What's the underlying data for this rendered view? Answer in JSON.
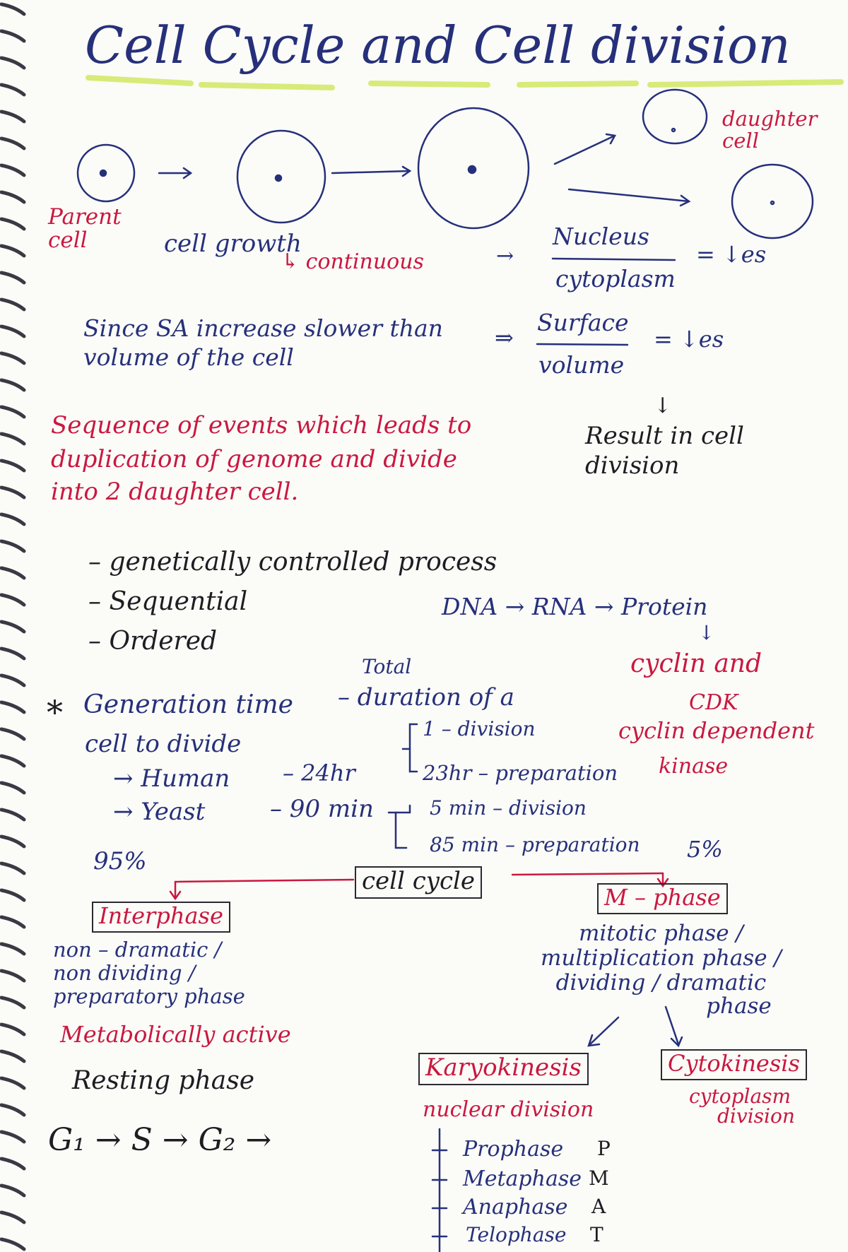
{
  "title": "Cell Cycle and Cell division",
  "top_diagram": {
    "parent_label": [
      "Parent",
      "cell"
    ],
    "growth_label": "cell growth",
    "continuous": "↳ continuous",
    "daughter_label": [
      "daughter",
      "cell"
    ]
  },
  "ratios": {
    "nucleus_num": "Nucleus",
    "nucleus_den": "cytoplasm",
    "nucleus_result": "= ↓es",
    "surface_num": "Surface",
    "surface_den": "volume",
    "surface_result": "= ↓es",
    "implies": "⇒",
    "down_arrow": "↓",
    "result": [
      "Result in cell",
      "division"
    ]
  },
  "since_text": [
    "Since SA increase slower than",
    "volume of the cell"
  ],
  "definition": [
    "Sequence of events which leads to",
    "duplication of genome and divide",
    "into 2 daughter cell."
  ],
  "features": [
    "– genetically controlled process",
    "– Sequential",
    "– Ordered"
  ],
  "central_dogma": {
    "flow": "DNA → RNA → Protein",
    "down": "↓",
    "cyclin": [
      "cyclin and",
      "CDK",
      "cyclin dependent",
      "kinase"
    ]
  },
  "generation_time": {
    "star": "*",
    "line1": "Generation time",
    "total": "Total",
    "definition": "– duration of a",
    "line2": "cell to divide",
    "human": "→ Human",
    "human_time": "– 24hr",
    "human_div": "1 – division",
    "human_prep": "23hr – preparation",
    "yeast": "→ Yeast",
    "yeast_time": "– 90 min",
    "yeast_div": "5 min – division",
    "yeast_prep": "85 min – preparation"
  },
  "cell_cycle": {
    "label": "cell cycle",
    "interphase_pct": "95%",
    "mphase_pct": "5%",
    "interphase": "Interphase",
    "interphase_desc": [
      "non – dramatic /",
      "non dividing /",
      "preparatory phase"
    ],
    "metabolic": "Metabolically active",
    "resting": "Resting phase",
    "g_flow": "G₁ → S → G₂ →",
    "mphase": "M – phase",
    "mphase_desc": [
      "mitotic phase /",
      "multiplication phase /",
      "dividing / dramatic",
      "phase"
    ],
    "karyo": "Karyokinesis",
    "karyo_desc": "nuclear division",
    "cyto": "Cytokinesis",
    "cyto_desc": [
      "cytoplasm",
      "division"
    ],
    "stages": [
      {
        "name": "Prophase",
        "letter": "P"
      },
      {
        "name": "Metaphase",
        "letter": "M"
      },
      {
        "name": "Anaphase",
        "letter": "A"
      },
      {
        "name": "Telophase",
        "letter": "T"
      }
    ]
  }
}
